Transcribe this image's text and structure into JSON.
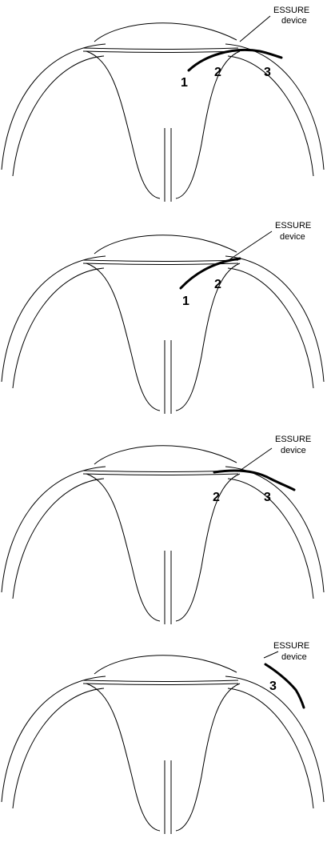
{
  "panels": [
    {
      "label_line1": "ESSURE",
      "label_line2": "device",
      "markers": [
        "1",
        "2",
        "3"
      ]
    },
    {
      "label_line1": "ESSURE",
      "label_line2": "device",
      "markers": [
        "1",
        "2"
      ]
    },
    {
      "label_line1": "ESSURE",
      "label_line2": "device",
      "markers": [
        "2",
        "3"
      ]
    },
    {
      "label_line1": "ESSURE",
      "label_line2": "device",
      "markers": [
        "3"
      ]
    }
  ]
}
